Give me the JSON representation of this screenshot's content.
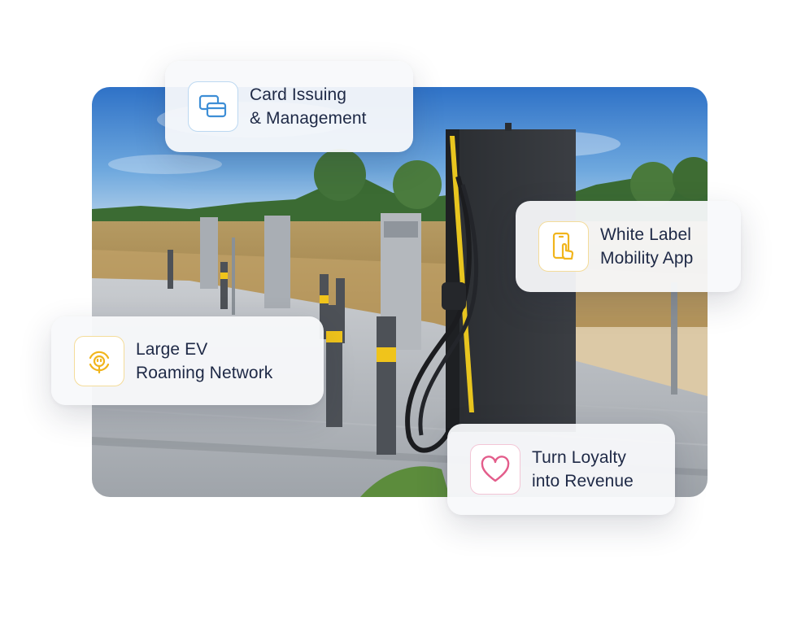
{
  "features": {
    "card_issuing": {
      "line1": "Card Issuing",
      "line2": "& Management",
      "icon": "credit-cards-icon",
      "accent": "#3d8ed6"
    },
    "white_label": {
      "line1": "White Label",
      "line2": "Mobility App",
      "icon": "phone-tap-icon",
      "accent": "#f1b51c"
    },
    "roaming": {
      "line1": "Large EV",
      "line2": "Roaming Network",
      "icon": "ev-plug-network-icon",
      "accent": "#f1b51c"
    },
    "loyalty": {
      "line1": "Turn Loyalty",
      "line2": "into Revenue",
      "icon": "heart-icon",
      "accent": "#e35d8b"
    }
  },
  "colors": {
    "text": "#1e2946",
    "card_bg": "#f8f9fb"
  },
  "photo": {
    "subject": "ev-charging-station-photo"
  }
}
